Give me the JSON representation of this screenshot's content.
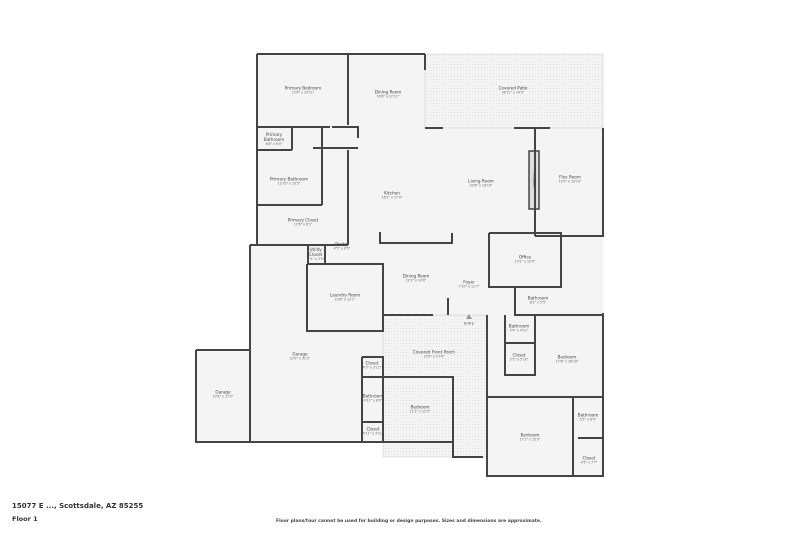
{
  "footer": {
    "address": "15077 E ..., Scottsdale, AZ 85255",
    "floor": "Floor 1",
    "disclaimer": "Floor plans/tour cannot be used for building or design purposes. Sizes and dimensions are approximate."
  },
  "labels": {
    "fireplace": "Fireplace",
    "entry": "Entry"
  },
  "rooms": [
    {
      "name": "Primary Bedroom",
      "dims": "15'6\" x 14'11\""
    },
    {
      "name": "Dining Room",
      "dims": "16'6\" x 12'11\""
    },
    {
      "name": "Covered Patio",
      "dims": "38'11\" x 14'3\""
    },
    {
      "name": "Primary Bathroom",
      "dims": "6'8\" x 6'0\""
    },
    {
      "name": "Primary Bathroom",
      "dims": "12'10\" x 10'5\""
    },
    {
      "name": "Kitchen",
      "dims": "16'1\" x 17'0\""
    },
    {
      "name": "Living Room",
      "dims": "20'8\" x 18'10\""
    },
    {
      "name": "Flex Room",
      "dims": "12'0\" x 19'10\""
    },
    {
      "name": "Primary Closet",
      "dims": "17'6\" x 6'1\""
    },
    {
      "name": "Pantry",
      "dims": "4'5\" x 6'5\""
    },
    {
      "name": "Utility Closet",
      "dims": "2'1\" x 3'5\""
    },
    {
      "name": "Office",
      "dims": "13'2\" x 13'0\""
    },
    {
      "name": "Dining Room",
      "dims": "12'2\" x 14'0\""
    },
    {
      "name": "Foyer",
      "dims": "7'10\" x 11'7\""
    },
    {
      "name": "Laundry Room",
      "dims": "10'8\" x 12'1\""
    },
    {
      "name": "Bathroom",
      "dims": "8'2\" x 5'5\""
    },
    {
      "name": "Bathroom",
      "dims": "5'4\" x 4'11\""
    },
    {
      "name": "Closet",
      "dims": "5'2\" x 5'10\""
    },
    {
      "name": "Bedroom",
      "dims": "17'8\" x 16'10\""
    },
    {
      "name": "Garage",
      "dims": "23'9\" x 32'2\""
    },
    {
      "name": "Covered Front Porch",
      "dims": "10'9\" x 27'0\""
    },
    {
      "name": "Closet",
      "dims": "4'3\" x 3'11\""
    },
    {
      "name": "Bathroom",
      "dims": "4'11\" x 8'0\""
    },
    {
      "name": "Bedroom",
      "dims": "12'2\" x 12'5\""
    },
    {
      "name": "Closet",
      "dims": "5'11\" x 3'11\""
    },
    {
      "name": "Garage",
      "dims": "10'8\" x 17'0\""
    },
    {
      "name": "Bedroom",
      "dims": "17'2\" x 15'3\""
    },
    {
      "name": "Bathroom",
      "dims": "5'5\" x 8'0\""
    },
    {
      "name": "Closet",
      "dims": "4'5\" x 7'7\""
    }
  ]
}
